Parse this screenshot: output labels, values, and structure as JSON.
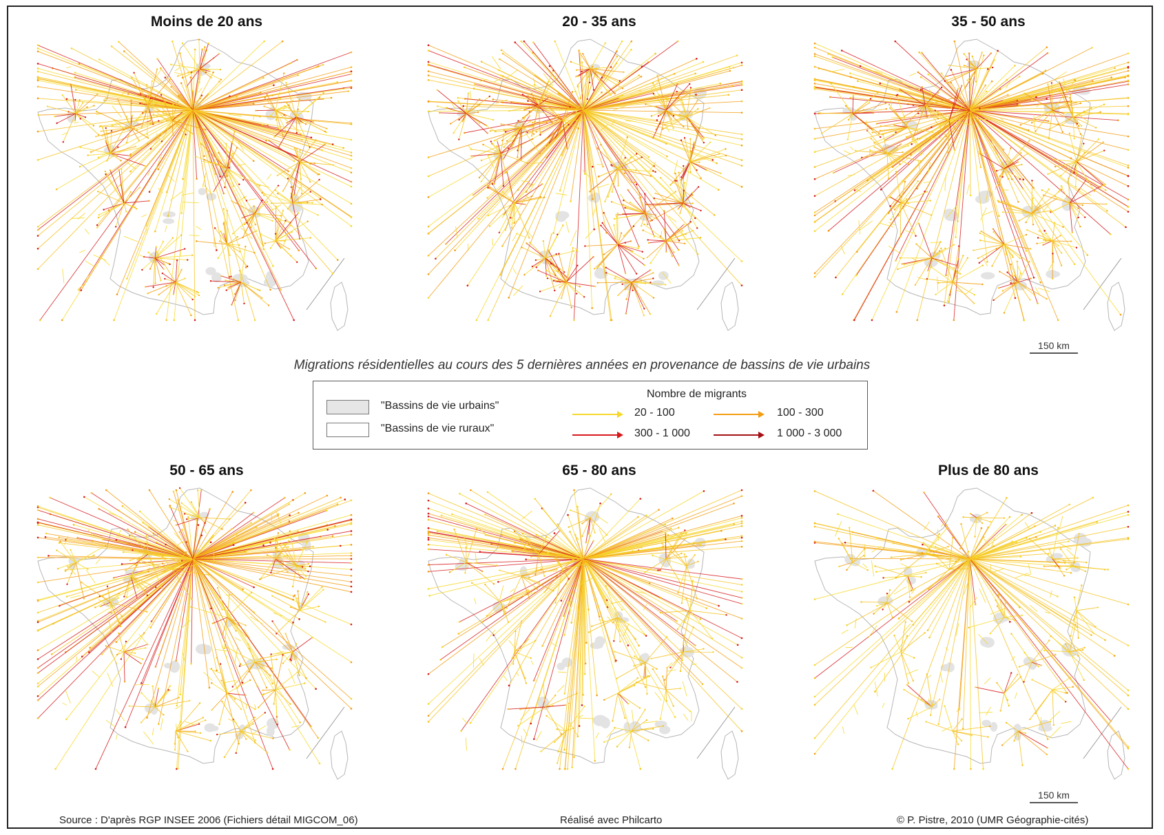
{
  "panels": [
    {
      "title": "Moins de 20 ans",
      "paris_intensity": 0.85,
      "regional_intensity": 0.75
    },
    {
      "title": "20 - 35 ans",
      "paris_intensity": 0.75,
      "regional_intensity": 1.0
    },
    {
      "title": "35 - 50 ans",
      "paris_intensity": 0.9,
      "regional_intensity": 0.7
    },
    {
      "title": "50 - 65 ans",
      "paris_intensity": 1.0,
      "regional_intensity": 0.45
    },
    {
      "title": "65 - 80 ans",
      "paris_intensity": 0.8,
      "regional_intensity": 0.25
    },
    {
      "title": "Plus de 80 ans",
      "paris_intensity": 0.35,
      "regional_intensity": 0.2
    }
  ],
  "scale_label": "150 km",
  "caption": "Migrations résidentielles au cours des 5 dernières années en provenance de bassins de vie urbains",
  "legend": {
    "areas_title": "",
    "urban_label": "\"Bassins de vie urbains\"",
    "rural_label": "\"Bassins de vie ruraux\"",
    "flows_title": "Nombre de migrants",
    "classes": [
      {
        "label": "20 - 100",
        "color": "#f7d829"
      },
      {
        "label": "100 - 300",
        "color": "#f39c12"
      },
      {
        "label": "300 - 1 000",
        "color": "#d7191c"
      },
      {
        "label": "1 000 - 3 000",
        "color": "#a50f15"
      }
    ],
    "urban_fill": "#e6e6e6",
    "rural_fill": "#ffffff"
  },
  "footer": {
    "source": "Source :  D'après RGP INSEE 2006 (Fichiers détail MIGCOM_06)",
    "tool": "Réalisé avec Philcarto",
    "credit": "© P. Pistre, 2010 (UMR Géographie-cités)"
  }
}
